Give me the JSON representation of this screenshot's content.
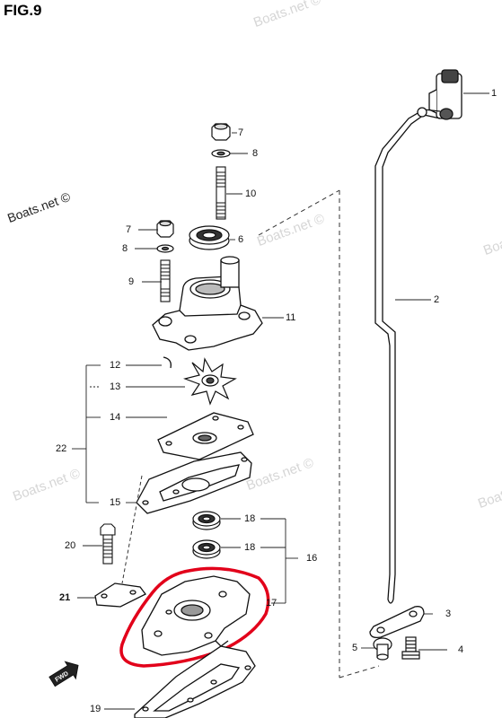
{
  "figure": {
    "title": "FIG.9",
    "copyright": "Boats.net ©",
    "watermark": "Boats.net ©"
  },
  "callouts": [
    {
      "id": "1",
      "part": "cable-holder"
    },
    {
      "id": "2",
      "part": "shift-rod"
    },
    {
      "id": "3",
      "part": "shift-rod-link"
    },
    {
      "id": "4",
      "part": "bolt"
    },
    {
      "id": "5",
      "part": "grommet"
    },
    {
      "id": "6",
      "part": "oil-seal"
    },
    {
      "id": "7",
      "part": "nut"
    },
    {
      "id": "7",
      "part": "nut"
    },
    {
      "id": "8",
      "part": "washer"
    },
    {
      "id": "8",
      "part": "washer"
    },
    {
      "id": "9",
      "part": "stud-bolt"
    },
    {
      "id": "10",
      "part": "stud-bolt"
    },
    {
      "id": "11",
      "part": "pump-case"
    },
    {
      "id": "12",
      "part": "key"
    },
    {
      "id": "13",
      "part": "impeller"
    },
    {
      "id": "14",
      "part": "liner"
    },
    {
      "id": "15",
      "part": "gasket"
    },
    {
      "id": "16",
      "part": "housing-assembly"
    },
    {
      "id": "17",
      "part": "pump-housing"
    },
    {
      "id": "18",
      "part": "bearing"
    },
    {
      "id": "18",
      "part": "bearing"
    },
    {
      "id": "19",
      "part": "gasket"
    },
    {
      "id": "20",
      "part": "bolt"
    },
    {
      "id": "21",
      "part": "plate"
    },
    {
      "id": "22",
      "part": "pump-kit"
    }
  ],
  "annotation": {
    "highlight_color": "#e2001a",
    "target": "17"
  },
  "fwd_label": "FWD"
}
